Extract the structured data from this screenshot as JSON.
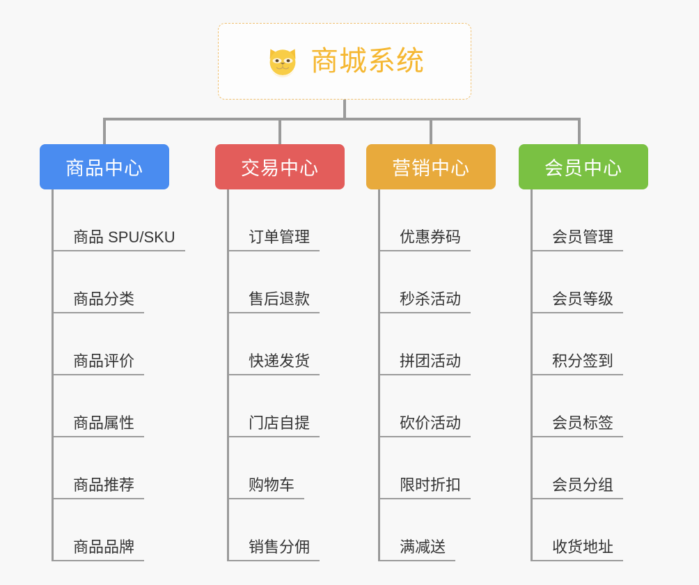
{
  "canvas": {
    "background": "#f8f8f8",
    "connector_color": "#9a9a9a",
    "leaf_text_color": "#333333"
  },
  "root": {
    "title": "商城系统",
    "icon": "shiba-dog-emoji",
    "text_color": "#f5b731",
    "border_color": "#f0c070",
    "background": "#fdfdfd"
  },
  "categories": [
    {
      "label": "商品中心",
      "color": "#4a8cf0",
      "width": 186,
      "items": [
        "商品 SPU/SKU",
        "商品分类",
        "商品评价",
        "商品属性",
        "商品推荐",
        "商品品牌"
      ]
    },
    {
      "label": "交易中心",
      "color": "#e35d5b",
      "width": 186,
      "items": [
        "订单管理",
        "售后退款",
        "快递发货",
        "门店自提",
        "购物车",
        "销售分佣"
      ]
    },
    {
      "label": "营销中心",
      "color": "#e8aa3c",
      "width": 186,
      "items": [
        "优惠券码",
        "秒杀活动",
        "拼团活动",
        "砍价活动",
        "限时折扣",
        "满减送"
      ]
    },
    {
      "label": "会员中心",
      "color": "#7ac143",
      "width": 186,
      "items": [
        "会员管理",
        "会员等级",
        "积分签到",
        "会员标签",
        "会员分组",
        "收货地址"
      ]
    }
  ]
}
